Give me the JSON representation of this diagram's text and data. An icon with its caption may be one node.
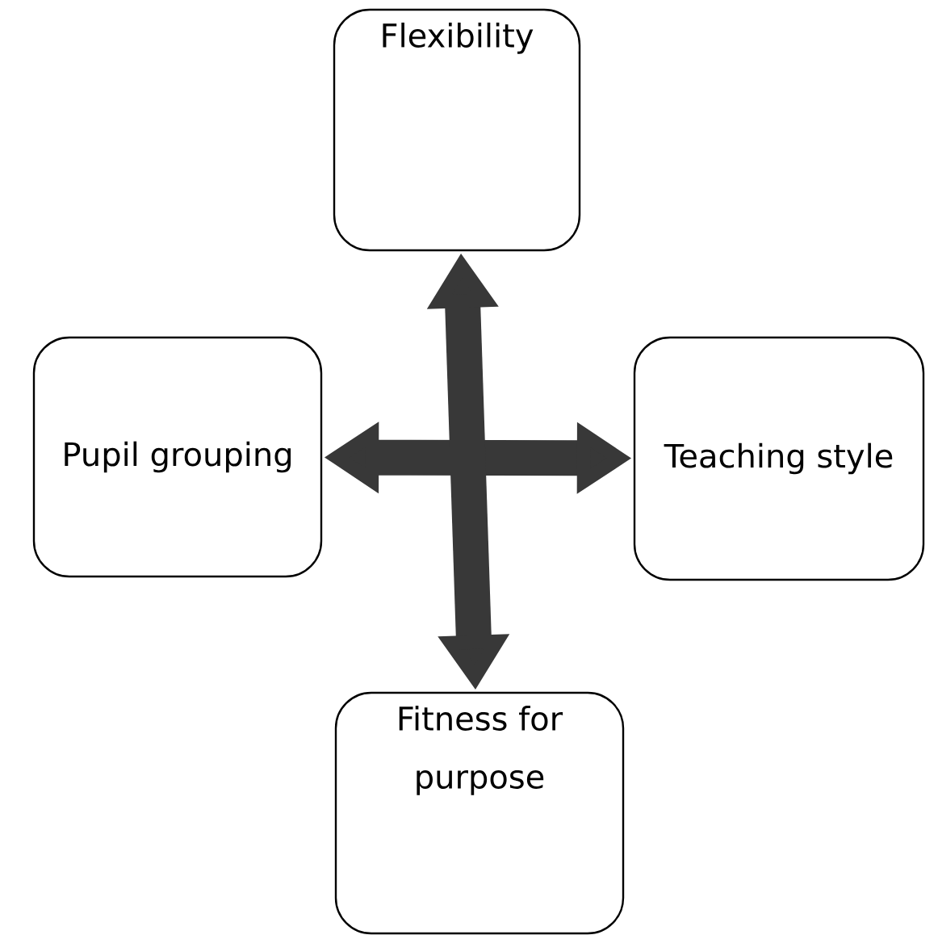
{
  "diagram": {
    "nodes": [
      {
        "text": [
          "Flexibility"
        ]
      },
      {
        "text": [
          "Pupil grouping"
        ]
      },
      {
        "text": [
          "Teaching style"
        ]
      },
      {
        "text": [
          "Fitness for purpose"
        ]
      }
    ],
    "edges": [
      {
        "from": 1,
        "to": 2,
        "arrow": "both"
      },
      {
        "from": 0,
        "to": 3,
        "arrow": "both"
      }
    ]
  }
}
